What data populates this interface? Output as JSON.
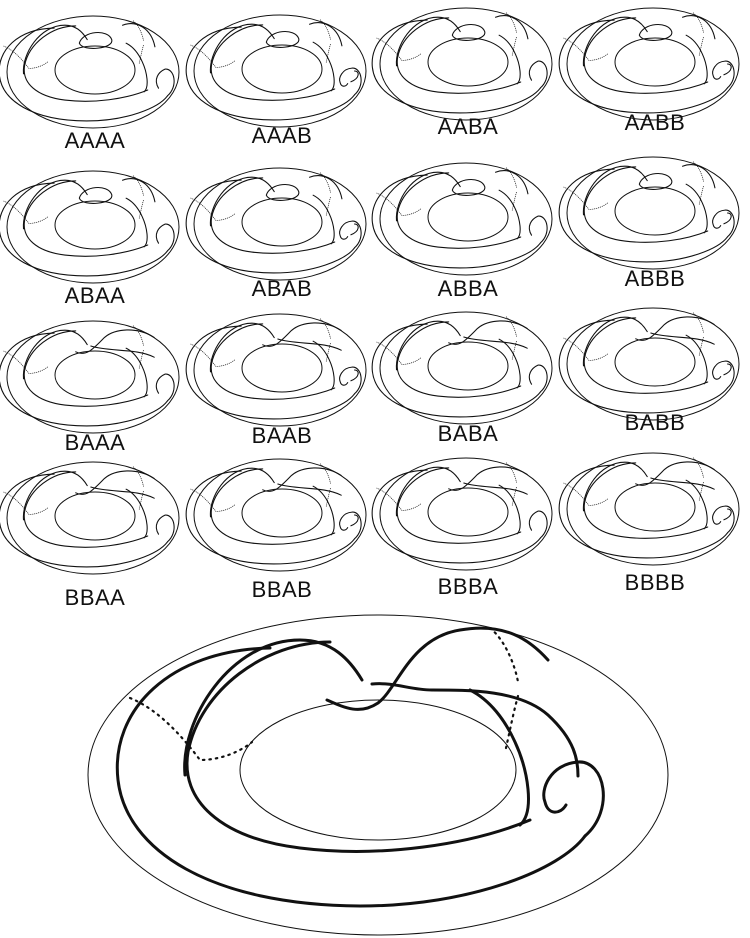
{
  "grid": [
    {
      "label": "AAAA"
    },
    {
      "label": "AAAB"
    },
    {
      "label": "AABA"
    },
    {
      "label": "AABB"
    },
    {
      "label": "ABAA"
    },
    {
      "label": "ABAB"
    },
    {
      "label": "ABBA"
    },
    {
      "label": "ABBB"
    },
    {
      "label": "BAAA"
    },
    {
      "label": "BAAB"
    },
    {
      "label": "BABA"
    },
    {
      "label": "BABB"
    },
    {
      "label": "BBAA"
    },
    {
      "label": "BBAB"
    },
    {
      "label": "BBBA"
    },
    {
      "label": "BBBB"
    }
  ]
}
